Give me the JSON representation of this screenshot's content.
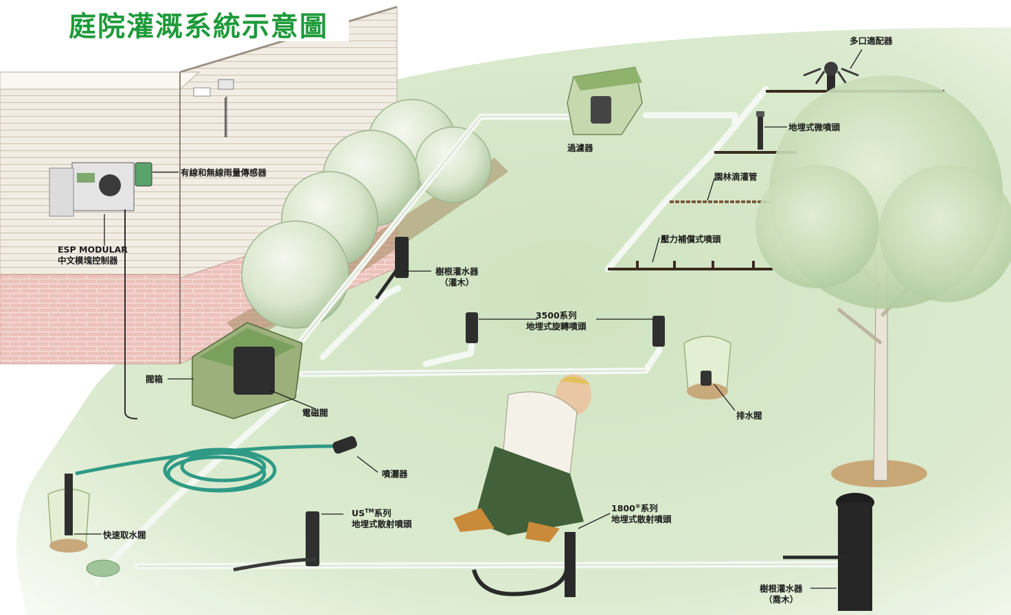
{
  "title": "庭院灌溉系統示意圖",
  "labels": {
    "multi_outlet": "多口適配器",
    "filter": "過濾器",
    "micro_spray": "地埋式微噴頭",
    "drip_line": "園林滴灌管",
    "pressure_comp": "壓力補償式噴頭",
    "rain_sensor": "有線和無線雨量傳感器",
    "controller_line1": "ESP MODULAR",
    "controller_line2": "中文模塊控制器",
    "root_shrub_line1": "樹根灌水器",
    "root_shrub_line2": "（灌木）",
    "rotor_line1": "3500系列",
    "rotor_line2": "地埋式旋轉噴頭",
    "valve_box": "閥箱",
    "solenoid": "電磁閥",
    "drain_valve": "排水閥",
    "nozzle": "噴灑器",
    "us_spray_line1_pre": "US",
    "us_spray_tm": "TM",
    "us_spray_line1_post": "系列",
    "us_spray_line2": "地埋式散射噴頭",
    "s1800_line1_pre": "1800",
    "s1800_reg": "®",
    "s1800_line1_post": "系列",
    "s1800_line2": "地埋式散射噴頭",
    "quick_coupler": "快速取水閥",
    "root_tree_line1": "樹根灌水器",
    "root_tree_line2": "（喬木）"
  },
  "colors": {
    "lawn": "#dcebcf",
    "pipe": "#eef4ec",
    "title": "#1e9a3a",
    "hose": "#2f9a86",
    "drip_brown": "#7a5a3a"
  }
}
